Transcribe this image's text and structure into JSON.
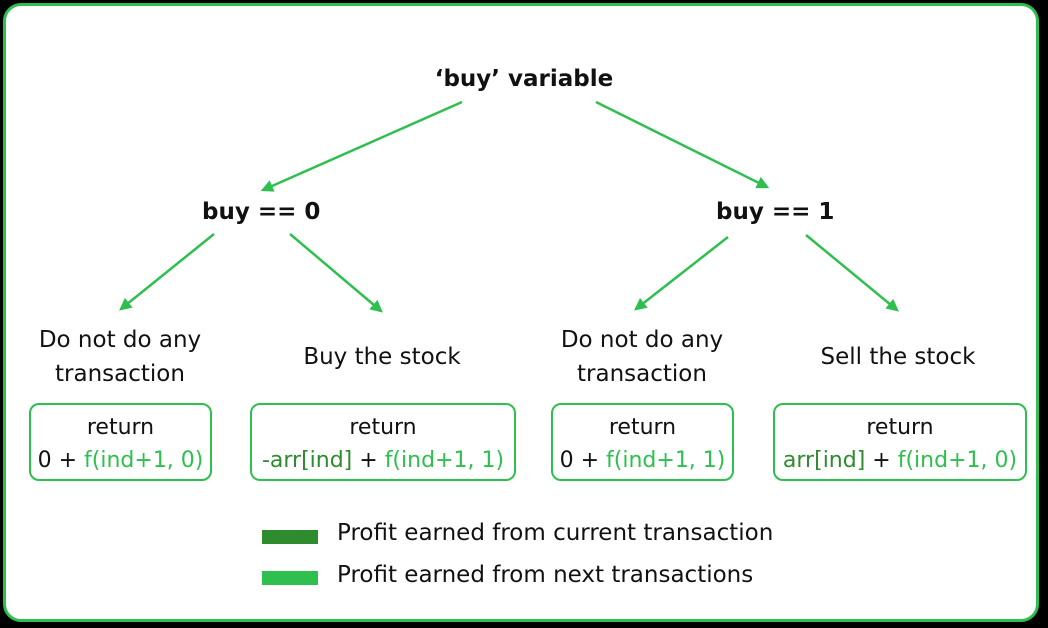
{
  "colors": {
    "border": "#2fbf4f",
    "arrow": "#2fbf4f",
    "current_profit": "#2e8b2e",
    "next_profit": "#2fbf4f",
    "text": "#111111"
  },
  "root": {
    "label": "‘buy’ variable"
  },
  "branches": [
    {
      "label": "buy == 0",
      "options": [
        {
          "action_line1": "Do not do any",
          "action_line2": "transaction",
          "return_label": "return",
          "current": "0",
          "op": " + ",
          "next": "f(ind+1, 0)"
        },
        {
          "action_line1": "Buy the stock",
          "action_line2": "",
          "return_label": "return",
          "current": "-arr[ind]",
          "op": " + ",
          "next": "f(ind+1, 1)"
        }
      ]
    },
    {
      "label": "buy == 1",
      "options": [
        {
          "action_line1": "Do not do any",
          "action_line2": "transaction",
          "return_label": "return",
          "current": "0",
          "op": " + ",
          "next": "f(ind+1, 1)"
        },
        {
          "action_line1": "Sell the stock",
          "action_line2": "",
          "return_label": "return",
          "current": "arr[ind]",
          "op": " + ",
          "next": "f(ind+1, 0)"
        }
      ]
    }
  ],
  "legend": [
    {
      "label": "Profit earned from current transaction",
      "color": "#2e8b2e"
    },
    {
      "label": "Profit earned from next transactions",
      "color": "#2fbf4f"
    }
  ]
}
